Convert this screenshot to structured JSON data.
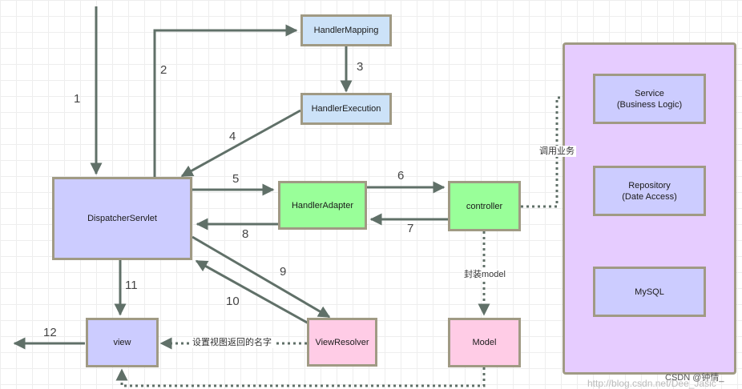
{
  "nodes": {
    "handler_mapping": "HandlerMapping",
    "handler_execution": "HandlerExecution",
    "dispatcher_servlet": "DispatcherServlet",
    "handler_adapter": "HandlerAdapter",
    "controller": "controller",
    "view": "view",
    "view_resolver": "ViewResolver",
    "model": "Model",
    "service": "Service\n(Business Logic)",
    "repository": "Repository\n(Date Access)",
    "mysql": "MySQL"
  },
  "steps": [
    "1",
    "2",
    "3",
    "4",
    "5",
    "6",
    "7",
    "8",
    "9",
    "10",
    "11",
    "12"
  ],
  "edge_labels": {
    "call_business": "调用业务",
    "wrap_model": "封装model",
    "set_view_name": "设置视图返回的名字"
  },
  "watermark": {
    "csdn": "CSDN @钟情_",
    "url": "http://blog.csdn.net/Dee_Jasic"
  },
  "colors": {
    "arrow": "#607068",
    "border": "#a09a84",
    "blue_box": "#cce2f8",
    "lavender_box": "#ccccff",
    "green_box": "#99ff99",
    "pink_box": "#ffcce6",
    "purple_panel": "#e6ccff"
  }
}
